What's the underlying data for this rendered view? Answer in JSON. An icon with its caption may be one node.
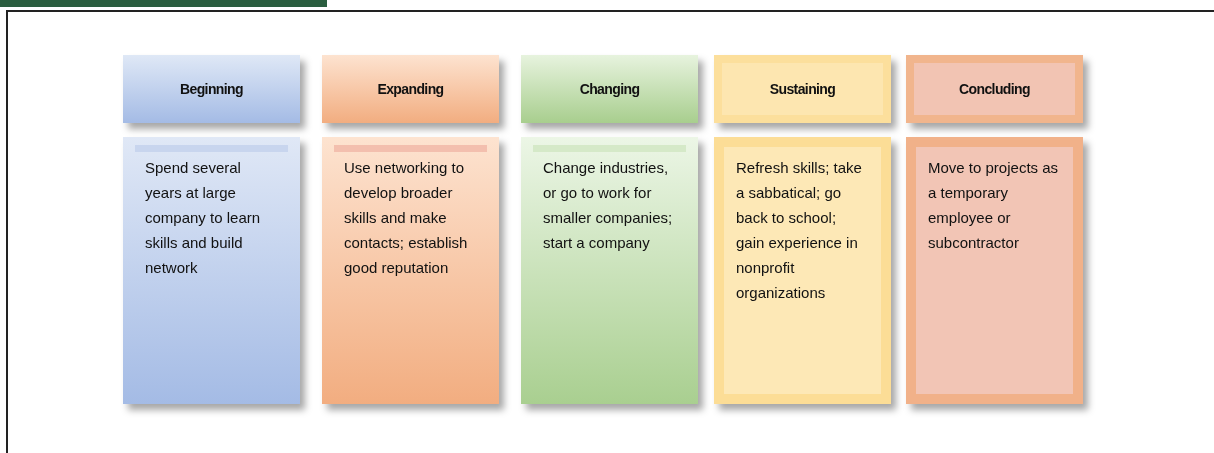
{
  "diagram": {
    "nodes": [
      {
        "text": [
          "Beginning"
        ]
      },
      {
        "text": [
          "Expanding"
        ]
      },
      {
        "text": [
          "Changing"
        ]
      },
      {
        "text": [
          "Sustaining"
        ]
      },
      {
        "text": [
          "Concluding"
        ]
      },
      {
        "text": [
          "Spend several years at large company to learn skills and build network"
        ]
      },
      {
        "text": [
          "Use networking to develop broader skills and make contacts; establish good reputation"
        ]
      },
      {
        "text": [
          "Change industries, or go to work for smaller companies; start a company"
        ]
      },
      {
        "text": [
          "Refresh skills; take a sabbatical; go back to school; gain experience in nonprofit organizations"
        ]
      },
      {
        "text": [
          "Move to projects as a temporary employee or subcontractor"
        ]
      }
    ]
  }
}
